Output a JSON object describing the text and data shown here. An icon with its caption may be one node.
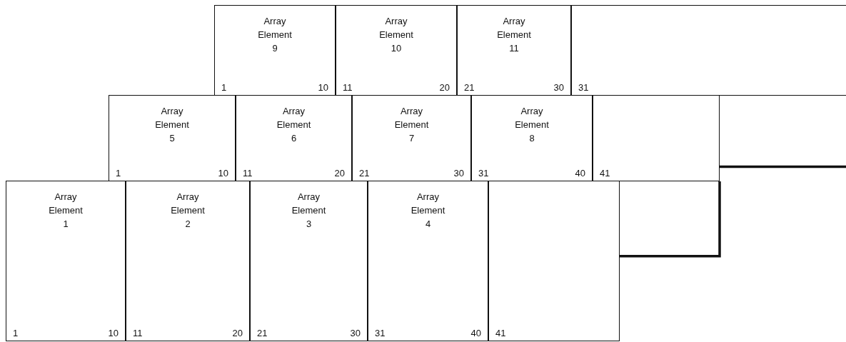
{
  "diagram": {
    "nodes": [
      {
        "text": [
          "Array Element 9",
          "1",
          "10"
        ]
      },
      {
        "text": [
          "Array Element 10",
          "11",
          "20"
        ]
      },
      {
        "text": [
          "Array Element 11",
          "21",
          "30"
        ]
      },
      {
        "text": [
          "31"
        ]
      },
      {
        "text": [
          "Array Element 5",
          "1",
          "10"
        ]
      },
      {
        "text": [
          "Array Element 6",
          "11",
          "20"
        ]
      },
      {
        "text": [
          "Array Element 7",
          "21",
          "30"
        ]
      },
      {
        "text": [
          "Array Element 8",
          "31",
          "40"
        ]
      },
      {
        "text": [
          "41"
        ]
      },
      {
        "text": [
          "Array Element 1",
          "1",
          "10"
        ]
      },
      {
        "text": [
          "Array Element 2",
          "11",
          "20"
        ]
      },
      {
        "text": [
          "Array Element 3",
          "21",
          "30"
        ]
      },
      {
        "text": [
          "Array Element 4",
          "31",
          "40"
        ]
      },
      {
        "text": [
          "41"
        ]
      }
    ],
    "edges": [
      {
        "from": 13,
        "to": 8,
        "arrow": "none"
      },
      {
        "from": 8,
        "to": null,
        "arrow": "none"
      }
    ]
  }
}
